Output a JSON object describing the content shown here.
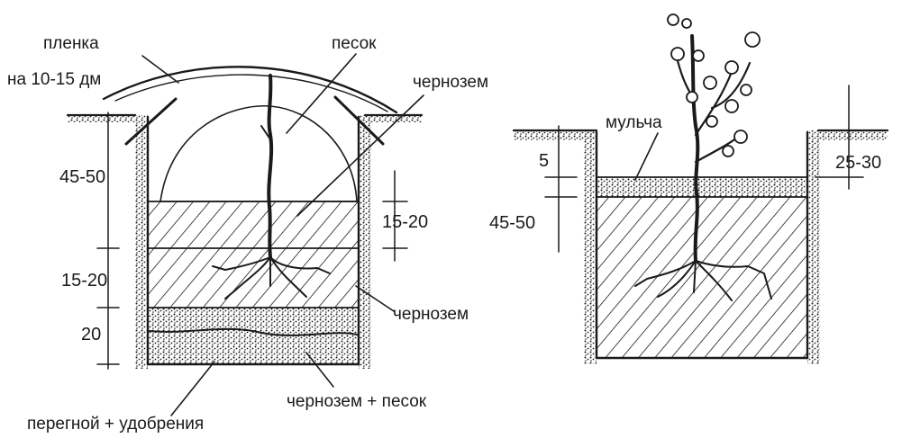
{
  "left": {
    "film_label": "пленка",
    "film_height_label": "на 10-15 дм",
    "sand_label": "песок",
    "chernozem_top_label": "чернозем",
    "chernozem_mid_label": "чернозем",
    "chernozem_sand_label": "чернозем + песок",
    "humus_label": "перегной + удобрения",
    "dim_45_50": "45-50",
    "dim_15_20_right": "15-20",
    "dim_15_20_left": "15-20",
    "dim_20": "20"
  },
  "right": {
    "mulch_label": "мульча",
    "dim_5": "5",
    "dim_45_50": "45-50",
    "dim_25_30": "25-30"
  },
  "colors": {
    "ink": "#1a1a1a",
    "background": "#ffffff"
  }
}
